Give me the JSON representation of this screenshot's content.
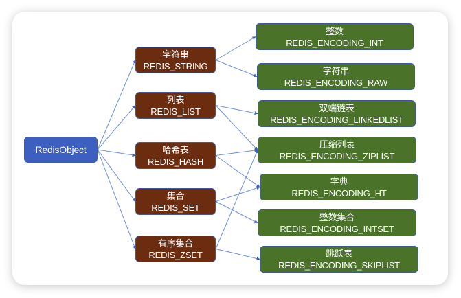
{
  "colors": {
    "root": "#3d5fc0",
    "type": "#6b2c10",
    "encoding": "#4a7229",
    "arrow": "#6f8fdc"
  },
  "root": {
    "label": "RedisObject"
  },
  "types": [
    {
      "id": "string",
      "cn": "字符串",
      "en": "REDIS_STRING"
    },
    {
      "id": "list",
      "cn": "列表",
      "en": "REDIS_LIST"
    },
    {
      "id": "hash",
      "cn": "哈希表",
      "en": "REDIS_HASH"
    },
    {
      "id": "set",
      "cn": "集合",
      "en": "REDIS_SET"
    },
    {
      "id": "zset",
      "cn": "有序集合",
      "en": "REDIS_ZSET"
    }
  ],
  "encodings": [
    {
      "id": "int",
      "cn": "整数",
      "en": "REDIS_ENCODING_INT"
    },
    {
      "id": "raw",
      "cn": "字符串",
      "en": "REDIS_ENCODING_RAW"
    },
    {
      "id": "linkedlist",
      "cn": "双端链表",
      "en": "REDIS_ENCODING_LINKEDLIST"
    },
    {
      "id": "ziplist",
      "cn": "压缩列表",
      "en": "REDIS_ENCODING_ZIPLIST"
    },
    {
      "id": "ht",
      "cn": "字典",
      "en": "REDIS_ENCODING_HT"
    },
    {
      "id": "intset",
      "cn": "整数集合",
      "en": "REDIS_ENCODING_INTSET"
    },
    {
      "id": "skiplist",
      "cn": "跳跃表",
      "en": "REDIS_ENCODING_SKIPLIST"
    }
  ],
  "edges": [
    {
      "from": "root",
      "to": "string"
    },
    {
      "from": "root",
      "to": "list"
    },
    {
      "from": "root",
      "to": "hash"
    },
    {
      "from": "root",
      "to": "set"
    },
    {
      "from": "root",
      "to": "zset"
    },
    {
      "from": "string",
      "to": "int"
    },
    {
      "from": "string",
      "to": "raw"
    },
    {
      "from": "list",
      "to": "linkedlist"
    },
    {
      "from": "list",
      "to": "ziplist"
    },
    {
      "from": "hash",
      "to": "ziplist"
    },
    {
      "from": "hash",
      "to": "ht"
    },
    {
      "from": "set",
      "to": "ht"
    },
    {
      "from": "set",
      "to": "intset"
    },
    {
      "from": "zset",
      "to": "ziplist"
    },
    {
      "from": "zset",
      "to": "skiplist"
    }
  ]
}
